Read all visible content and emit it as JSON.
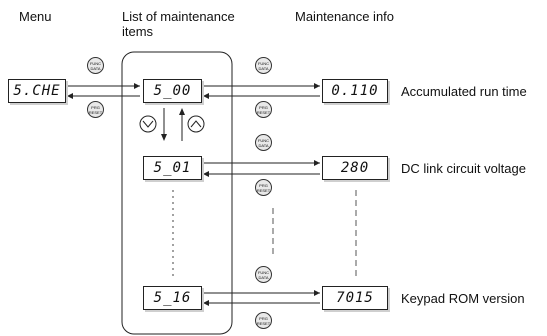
{
  "headers": {
    "menu": "Menu",
    "list": "List of maintenance",
    "list2": "items",
    "info": "Maintenance info"
  },
  "menu_display": "5.CHE",
  "items": [
    {
      "code": "5_00",
      "value": "0.110",
      "label": "Accumulated run time"
    },
    {
      "code": "5_01",
      "value": "280",
      "label": "DC link circuit voltage"
    },
    {
      "code": "5_16",
      "value": "7015",
      "label": "Keypad ROM version"
    }
  ],
  "keys": {
    "func_top": "FUNC",
    "func_bottom": "DATA",
    "prg_top": "PRG",
    "prg_bottom": "RESET"
  },
  "colors": {
    "line": "#222222",
    "key_fill": "#e9e9e9"
  }
}
